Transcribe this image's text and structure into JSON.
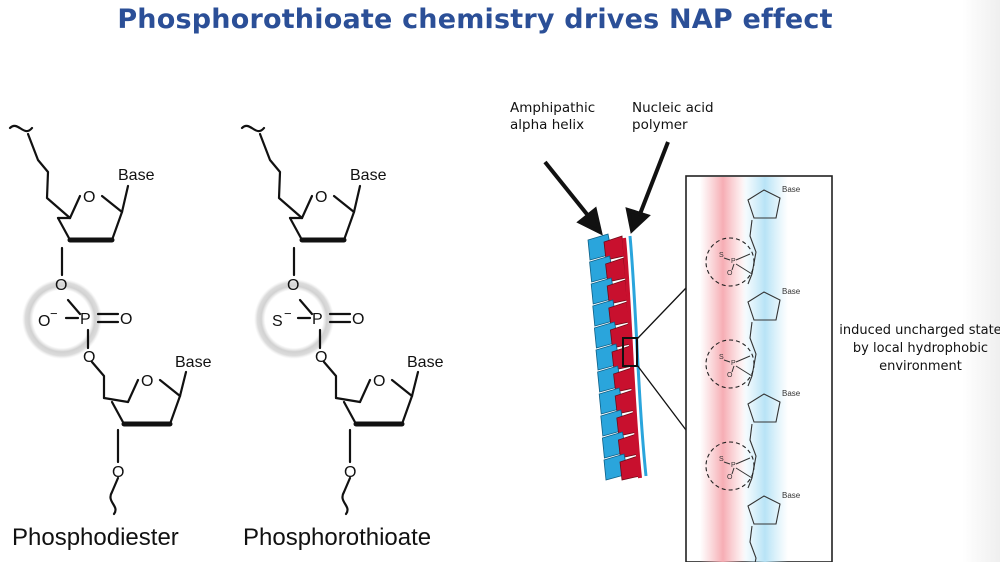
{
  "slide": {
    "title": "Phosphorothioate chemistry drives NAP effect"
  },
  "molecules": [
    {
      "name": "Phosphodiester",
      "atoms": {
        "base_top": "Base",
        "base_bottom": "Base",
        "ring_oxygen": "O",
        "phosphorus": "P",
        "charged_atom": "O",
        "charge": "−",
        "double_bond_atom": "O",
        "bridging_oxygen": "O"
      }
    },
    {
      "name": "Phosphorothioate",
      "atoms": {
        "base_top": "Base",
        "base_bottom": "Base",
        "ring_oxygen": "O",
        "phosphorus": "P",
        "charged_atom": "S",
        "charge": "−",
        "double_bond_atom": "O",
        "bridging_oxygen": "O"
      }
    }
  ],
  "helix_figure": {
    "callout_helix": "Amphipathic\nalpha helix",
    "callout_polymer": "Nucleic acid\npolymer",
    "inset_base_label": "Base",
    "inset_s_label": "S",
    "inset_p_label": "P",
    "inset_o_label": "O",
    "note": "induced uncharged state by local hydrophobic environment",
    "colors": {
      "helix_red": "#c8102e",
      "helix_blue": "#2aa5dc",
      "hydrophobic_band": "#f6b3b8",
      "hydrophilic_band": "#bfe6f7"
    }
  }
}
